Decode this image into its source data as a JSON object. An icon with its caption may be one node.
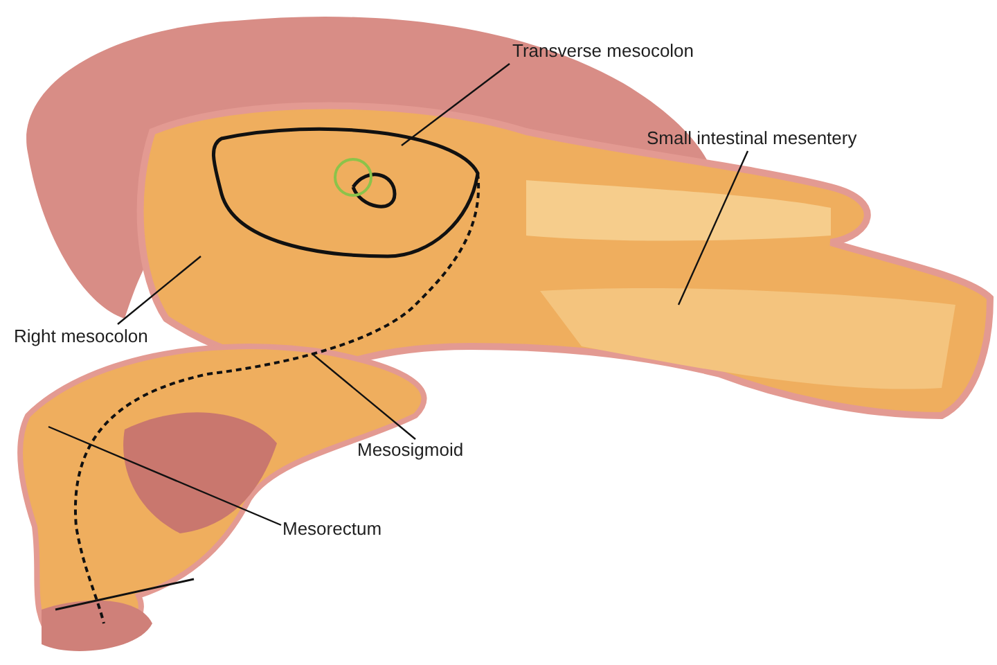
{
  "diagram": {
    "nodes": [
      {
        "text": [
          "Transverse mesocolon"
        ]
      },
      {
        "text": [
          "Small intestinal mesentery"
        ]
      },
      {
        "text": [
          "Right mesocolon"
        ]
      },
      {
        "text": [
          "Mesosigmoid"
        ]
      },
      {
        "text": [
          "Mesorectum"
        ]
      }
    ],
    "edges": [
      {
        "from": 0,
        "to": null,
        "arrow": "none"
      },
      {
        "from": 1,
        "to": null,
        "arrow": "none"
      },
      {
        "from": 2,
        "to": null,
        "arrow": "none"
      },
      {
        "from": 3,
        "to": null,
        "arrow": "none"
      },
      {
        "from": 4,
        "to": null,
        "arrow": "none"
      }
    ]
  }
}
